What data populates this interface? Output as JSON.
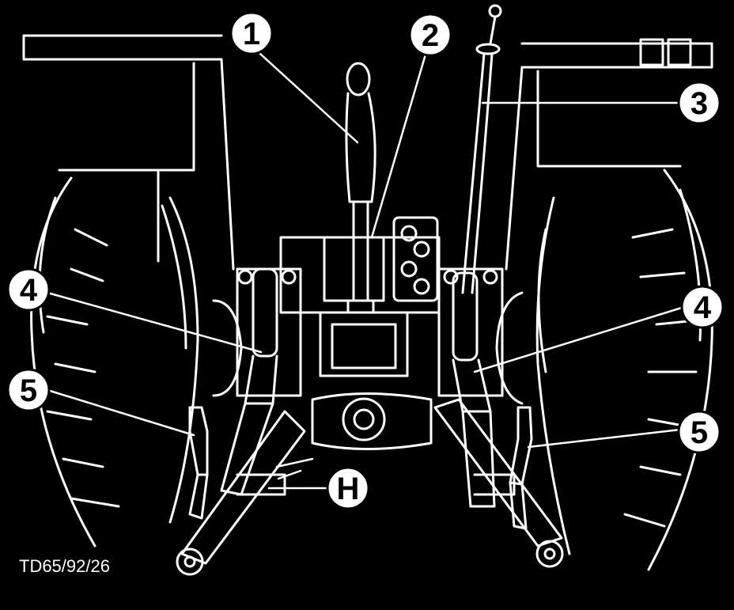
{
  "figure": {
    "reference_code": "TD65/92/26",
    "callouts": [
      {
        "id": "c1",
        "label": "1"
      },
      {
        "id": "c2",
        "label": "2"
      },
      {
        "id": "c3",
        "label": "3"
      },
      {
        "id": "c4l",
        "label": "4"
      },
      {
        "id": "c4r",
        "label": "4"
      },
      {
        "id": "c5l",
        "label": "5"
      },
      {
        "id": "c5r",
        "label": "5"
      },
      {
        "id": "cH",
        "label": "H"
      }
    ],
    "colors": {
      "background": "#000000",
      "line": "#ffffff"
    }
  }
}
